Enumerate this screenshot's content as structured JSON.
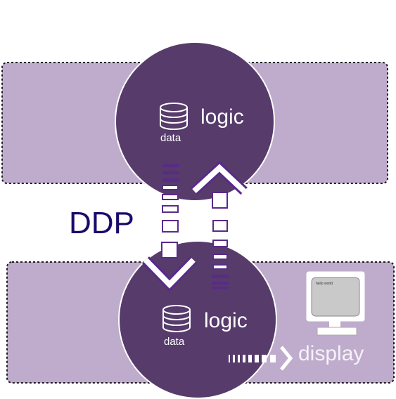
{
  "colors": {
    "band": "#bfaccd",
    "band_border": "#1e1e1e",
    "circle": "#563b6b",
    "circle_stroke": "#ffffff",
    "ddp_text": "#1a0a6b",
    "arrow_purple": "#5a2a8a",
    "display_text": "#ffffff"
  },
  "server": {
    "logic_label": "logic",
    "data_label": "data",
    "icon": "database-icon"
  },
  "client": {
    "logic_label": "logic",
    "data_label": "data",
    "icon": "database-icon"
  },
  "protocol": {
    "label": "DDP"
  },
  "display": {
    "label": "display",
    "screen_text": "hello world",
    "icon": "monitor-icon"
  }
}
